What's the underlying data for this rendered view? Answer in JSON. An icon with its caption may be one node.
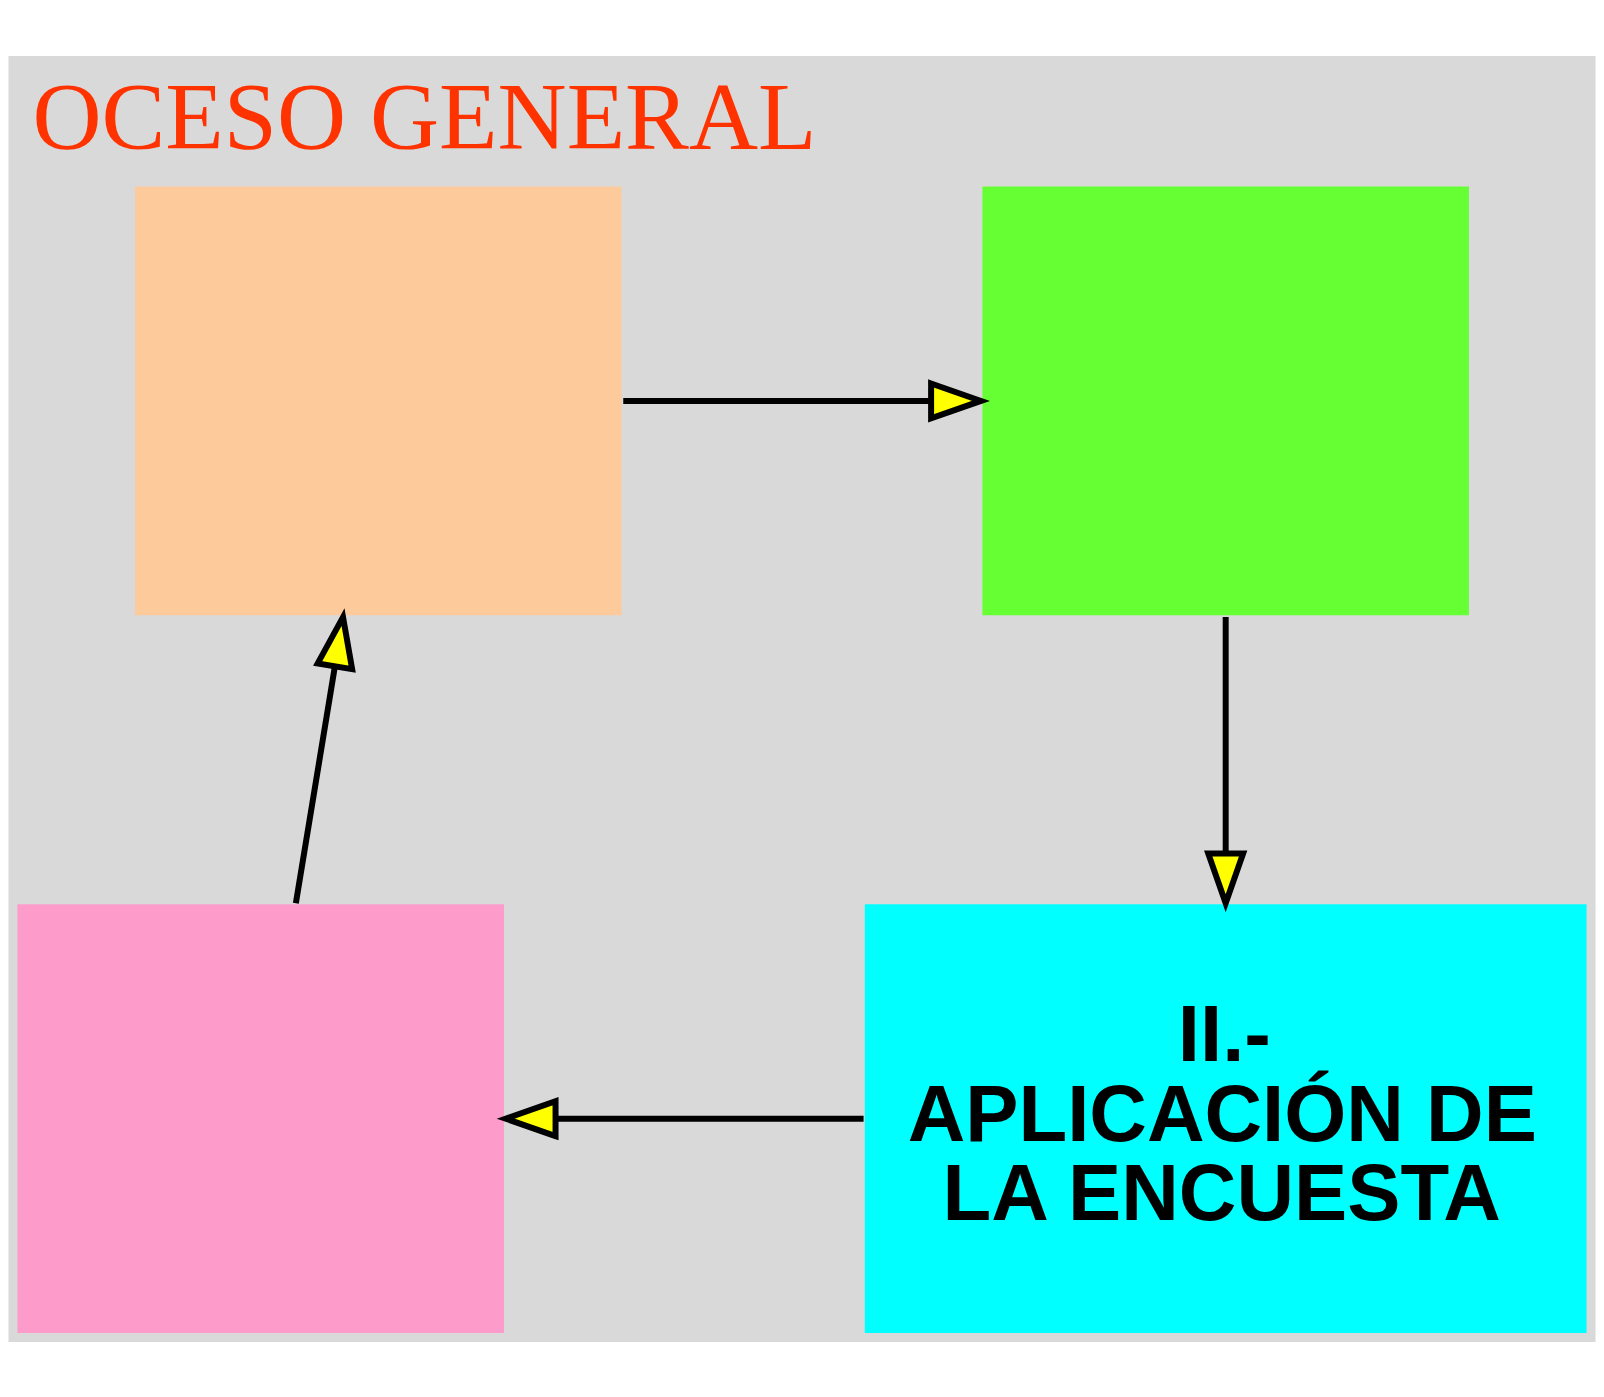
{
  "diagram": {
    "title": "OCESO GENERAL",
    "nodes": [
      {
        "text": [],
        "shape": "box"
      },
      {
        "text": [],
        "shape": "box"
      },
      {
        "text": [
          "II.- APLICACIÓN DE LA ENCUESTA"
        ]
      },
      {
        "text": [],
        "shape": "box"
      }
    ],
    "edges": [
      {
        "from": 0,
        "to": 1,
        "arrow": "to"
      },
      {
        "from": 1,
        "to": 2,
        "arrow": "to"
      },
      {
        "from": 2,
        "to": 3,
        "arrow": "to"
      },
      {
        "from": 3,
        "to": 0,
        "arrow": "to"
      }
    ]
  }
}
